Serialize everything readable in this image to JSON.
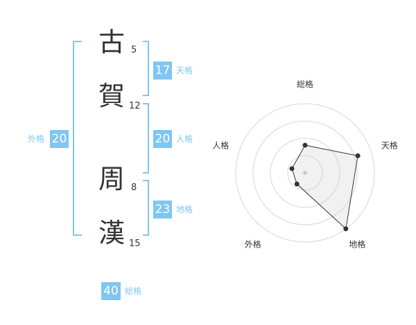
{
  "name": {
    "chars": [
      {
        "char": "古",
        "strokes": "5"
      },
      {
        "char": "賀",
        "strokes": "12"
      },
      {
        "char": "周",
        "strokes": "8"
      },
      {
        "char": "漢",
        "strokes": "15"
      }
    ]
  },
  "kakusu": {
    "tenkaku": {
      "value": "17",
      "label": "天格"
    },
    "jinkaku": {
      "value": "20",
      "label": "人格"
    },
    "chikaku": {
      "value": "23",
      "label": "地格"
    },
    "gaikaku": {
      "value": "20",
      "label": "外格"
    },
    "soukaku": {
      "value": "40",
      "label": "総格"
    }
  },
  "colors": {
    "accent": "#7fc6f2",
    "bracket": "#7fc6f2",
    "text": "#333333"
  },
  "chart_data": {
    "type": "radar",
    "categories": [
      "総格",
      "天格",
      "地格",
      "外格",
      "人格"
    ],
    "values": [
      2,
      4,
      5,
      1,
      1
    ],
    "max": 5,
    "rings": 4
  }
}
